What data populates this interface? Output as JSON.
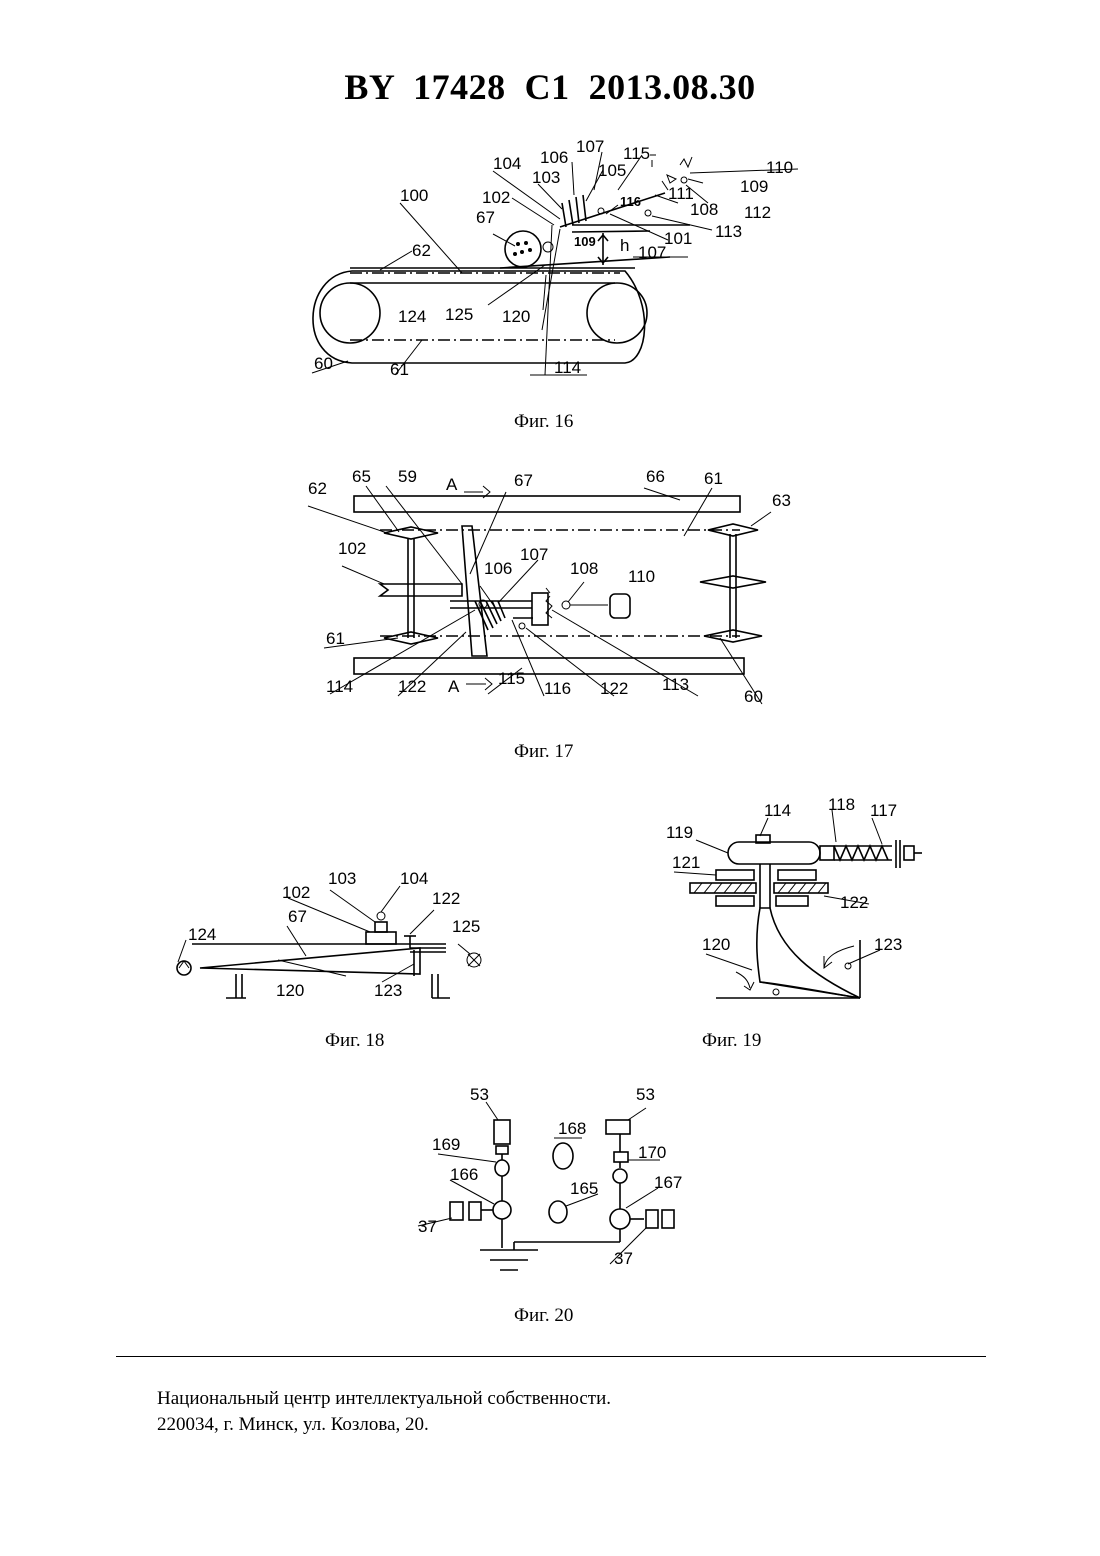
{
  "header": {
    "patent_number": "BY  17428  C1  2013.08.30"
  },
  "figures": [
    {
      "id": "fig16",
      "caption": "Фиг. 16",
      "labels": [
        "100",
        "62",
        "67",
        "102",
        "104",
        "103",
        "106",
        "107",
        "105",
        "115",
        "110",
        "109",
        "111",
        "112",
        "108",
        "116",
        "113",
        "101",
        "109",
        "107",
        "124",
        "125",
        "120",
        "114",
        "60",
        "61"
      ],
      "extra_glyphs": {
        "h": "h"
      }
    },
    {
      "id": "fig17",
      "caption": "Фиг. 17",
      "labels": [
        "62",
        "65",
        "59",
        "67",
        "66",
        "61",
        "63",
        "102",
        "106",
        "107",
        "108",
        "110",
        "61",
        "114",
        "122",
        "115",
        "116",
        "122",
        "113",
        "60"
      ],
      "section_marks": [
        "A",
        "A"
      ]
    },
    {
      "id": "fig18",
      "caption": "Фиг. 18",
      "labels": [
        "102",
        "103",
        "104",
        "67",
        "122",
        "124",
        "125",
        "120",
        "123"
      ]
    },
    {
      "id": "fig19",
      "caption": "Фиг. 19",
      "labels": [
        "114",
        "118",
        "117",
        "119",
        "121",
        "122",
        "120",
        "123"
      ]
    },
    {
      "id": "fig20",
      "caption": "Фиг. 20",
      "labels": [
        "53",
        "53",
        "169",
        "168",
        "170",
        "166",
        "165",
        "167",
        "37",
        "37"
      ]
    }
  ],
  "footer": {
    "line1": "Национальный центр интеллектуальной собственности.",
    "line2": "220034, г. Минск, ул. Козлова, 20."
  }
}
